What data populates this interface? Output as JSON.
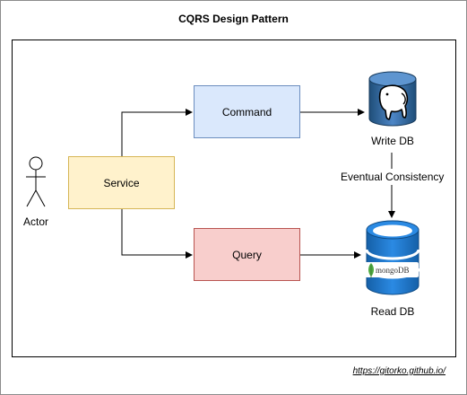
{
  "diagram": {
    "title": "CQRS Design Pattern",
    "actor_label": "Actor",
    "service_label": "Service",
    "command_label": "Command",
    "query_label": "Query",
    "write_db_label": "Write DB",
    "read_db_label": "Read DB",
    "consistency_label": "Eventual Consistency",
    "mongo_logo_text": "mongoDB",
    "footer_link": "https://gitorko.github.io/"
  },
  "colors": {
    "service_fill": "#fff2cc",
    "service_stroke": "#d6b656",
    "command_fill": "#dae8fc",
    "command_stroke": "#6c8ebf",
    "query_fill": "#f8cecc",
    "query_stroke": "#b85450",
    "postgres_blue": "#336791",
    "mongo_blue": "#1a73c7",
    "mongo_green": "#4faa41"
  },
  "icons": {
    "write_db": "postgresql-elephant-icon",
    "read_db": "mongodb-database-icon",
    "actor": "stick-figure-icon"
  }
}
